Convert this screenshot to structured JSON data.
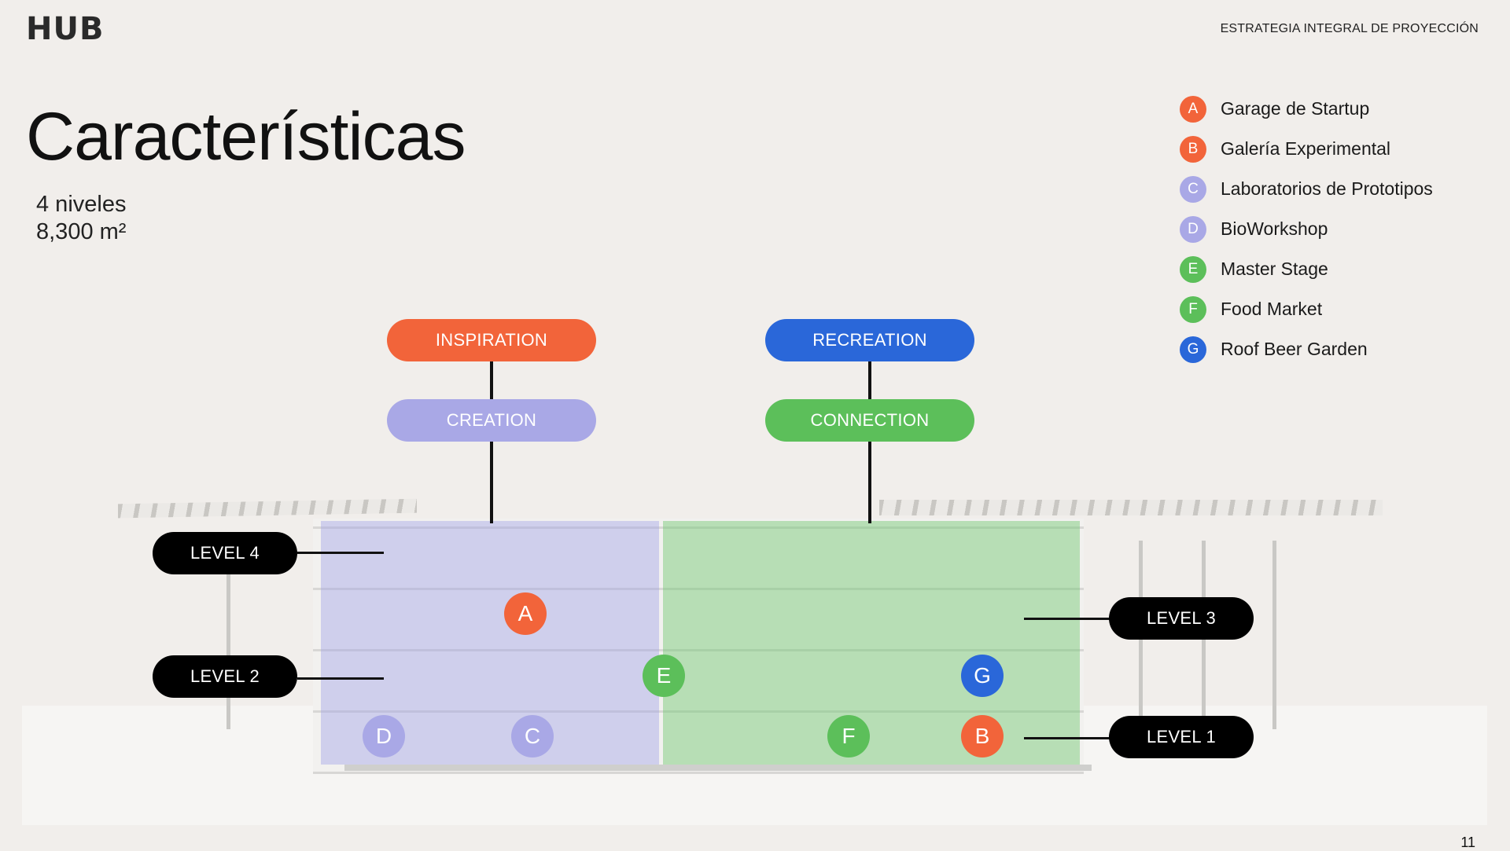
{
  "header": {
    "logo": "HUB",
    "section_title": "ESTRATEGIA INTEGRAL DE PROYECCIÓN"
  },
  "title": "Características",
  "stats": {
    "levels": "4 niveles",
    "area": "8,300 m²"
  },
  "colors": {
    "orange": "#f2643a",
    "purple": "#a9a8e6",
    "green": "#5cbf5a",
    "blue": "#2a67d9",
    "black": "#000000"
  },
  "legend": [
    {
      "letter": "A",
      "label": "Garage de Startup",
      "color": "#f2643a"
    },
    {
      "letter": "B",
      "label": "Galería Experimental",
      "color": "#f2643a"
    },
    {
      "letter": "C",
      "label": "Laboratorios de Prototipos",
      "color": "#a9a8e6"
    },
    {
      "letter": "D",
      "label": "BioWorkshop",
      "color": "#a9a8e6"
    },
    {
      "letter": "E",
      "label": "Master Stage",
      "color": "#5cbf5a"
    },
    {
      "letter": "F",
      "label": "Food Market",
      "color": "#5cbf5a"
    },
    {
      "letter": "G",
      "label": "Roof Beer Garden",
      "color": "#2a67d9"
    }
  ],
  "categories": {
    "inspiration": "INSPIRATION",
    "creation": "CREATION",
    "recreation": "RECREATION",
    "connection": "CONNECTION"
  },
  "levels": {
    "level4": "LEVEL 4",
    "level3": "LEVEL 3",
    "level2": "LEVEL 2",
    "level1": "LEVEL 1"
  },
  "markers": {
    "A": "A",
    "B": "B",
    "C": "C",
    "D": "D",
    "E": "E",
    "F": "F",
    "G": "G"
  },
  "page_number": "11"
}
